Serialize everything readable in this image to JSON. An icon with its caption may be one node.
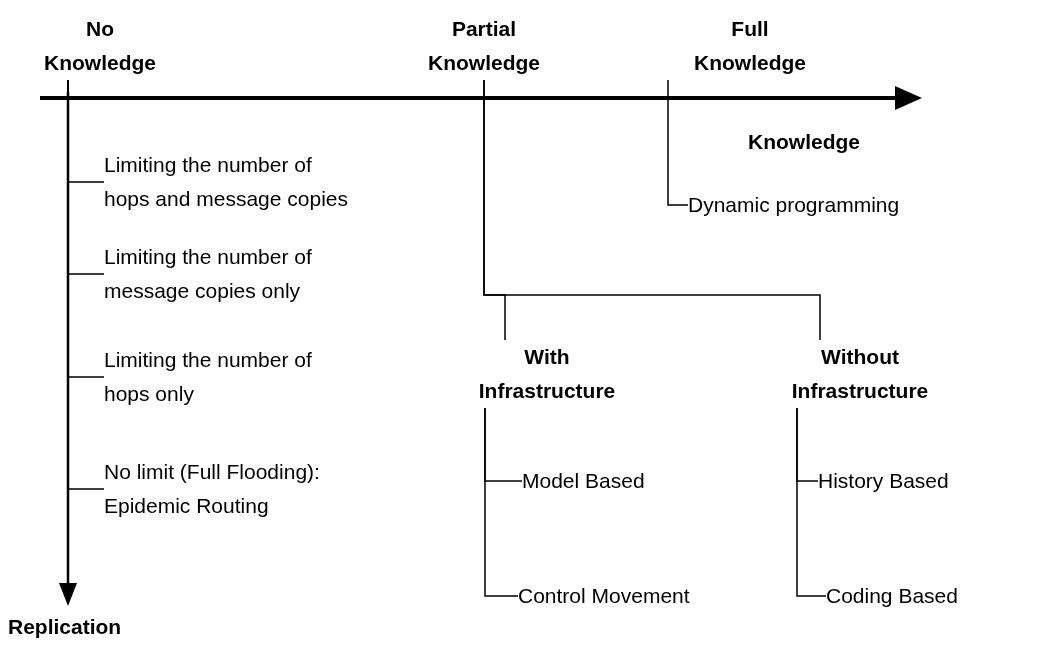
{
  "diagram": {
    "nodes": [
      {
        "text": [
          "No Knowledge"
        ]
      },
      {
        "text": [
          "Partial Knowledge"
        ]
      },
      {
        "text": [
          "Full Knowledge"
        ]
      },
      {
        "text": [
          "Limiting the number of hops and message copies"
        ]
      },
      {
        "text": [
          "Limiting the number of message copies only"
        ]
      },
      {
        "text": [
          "Limiting the number of hops only"
        ]
      },
      {
        "text": [
          "No limit (Full Flooding): Epidemic Routing"
        ]
      },
      {
        "text": [
          "Dynamic programming"
        ]
      },
      {
        "text": [
          "With Infrastructure"
        ]
      },
      {
        "text": [
          "Without Infrastructure"
        ]
      },
      {
        "text": [
          "Model Based"
        ]
      },
      {
        "text": [
          "Control Movement"
        ]
      },
      {
        "text": [
          "History Based"
        ]
      },
      {
        "text": [
          "Coding Based"
        ]
      }
    ],
    "edges": [
      {
        "from": 0,
        "to": 3,
        "arrow": "none"
      },
      {
        "from": 0,
        "to": 4,
        "arrow": "none"
      },
      {
        "from": 0,
        "to": 5,
        "arrow": "none"
      },
      {
        "from": 0,
        "to": 6,
        "arrow": "none"
      },
      {
        "from": 2,
        "to": 7,
        "arrow": "none"
      },
      {
        "from": 1,
        "to": 8,
        "arrow": "none"
      },
      {
        "from": 1,
        "to": 9,
        "arrow": "none"
      },
      {
        "from": 8,
        "to": 10,
        "arrow": "none"
      },
      {
        "from": 8,
        "to": 11,
        "arrow": "none"
      },
      {
        "from": 9,
        "to": 12,
        "arrow": "none"
      },
      {
        "from": 9,
        "to": 13,
        "arrow": "none"
      }
    ],
    "labels": [
      "Knowledge",
      "Replication"
    ]
  }
}
